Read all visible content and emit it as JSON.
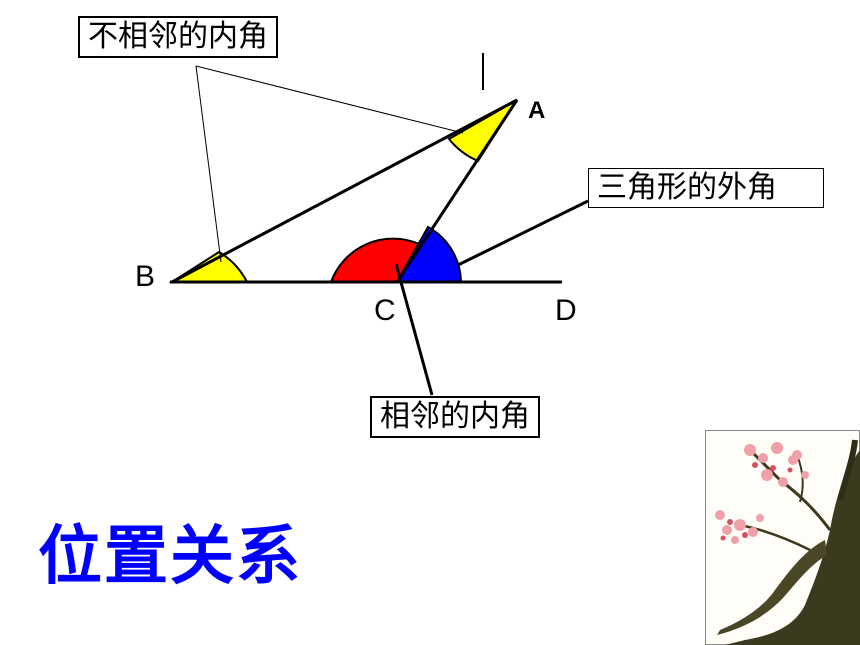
{
  "callouts": {
    "non_adjacent": "不相邻的内角",
    "exterior": "三角形的外角",
    "adjacent": "相邻的内角"
  },
  "points": {
    "A": "A",
    "B": "B",
    "C": "C",
    "D": "D"
  },
  "caption": "位置关系",
  "colors": {
    "non_adjacent_angle": "#ffff00",
    "adjacent_angle": "#ff0000",
    "exterior_angle": "#0000ff",
    "caption": "#0000ff"
  },
  "icons": {
    "decoration": "plum-blossom-painting-icon"
  }
}
